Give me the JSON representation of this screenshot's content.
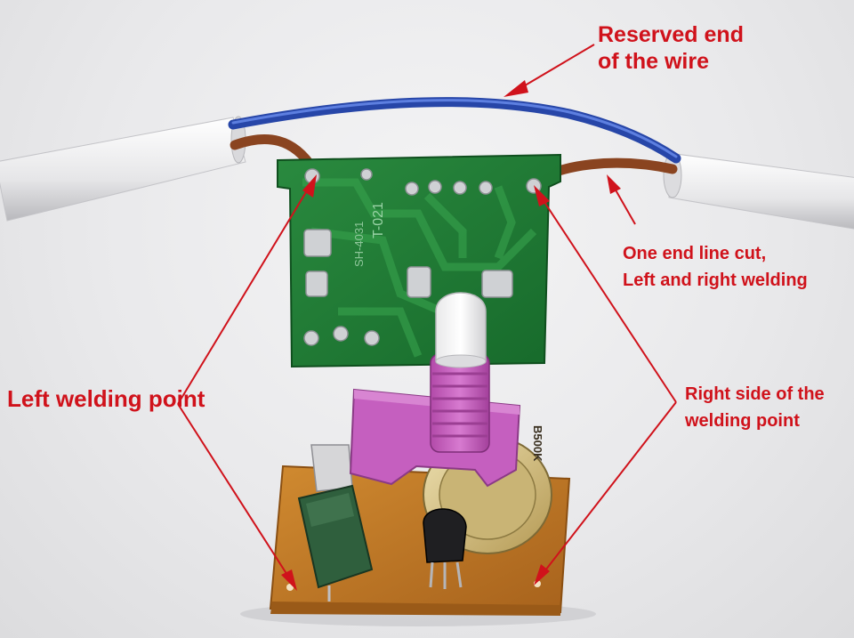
{
  "annotations": {
    "reserved_wire": {
      "line1": "Reserved end",
      "line2": "of the wire"
    },
    "line_cut": {
      "line1": "One end line cut,",
      "line2": "Left and right welding"
    },
    "left_point": {
      "text": "Left welding point"
    },
    "right_point": {
      "line1": "Right side of the",
      "line2": "welding point"
    }
  },
  "board_markings": {
    "top_board": "T-021",
    "top_board_side": "SH-4031",
    "potentiometer": "B500K"
  },
  "colors": {
    "annotation_red": "#d0121b",
    "pcb_green": "#1f7a34",
    "wire_blue": "#2746a8",
    "wire_brown": "#8a4420",
    "knob_pink": "#c55fbf",
    "pcb_brown": "#c07a26"
  }
}
